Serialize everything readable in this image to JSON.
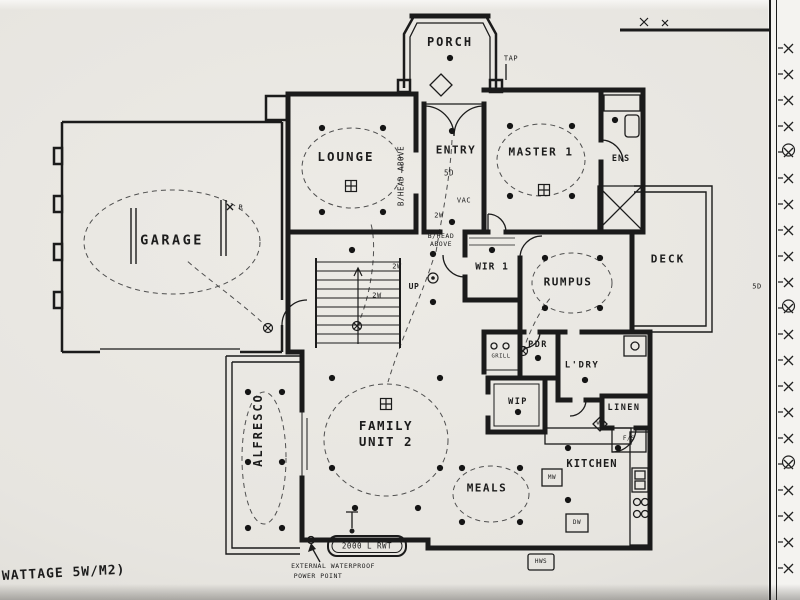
{
  "labels": {
    "porch": "PORCH",
    "tap": "TAP",
    "lounge": "LOUNGE",
    "bhead_vertical": "B/HEAD ABOVE",
    "entry": "ENTRY",
    "five_d_entry": "5D",
    "vac": "VAC",
    "two_w_entry": "2W",
    "master": "MASTER 1",
    "ens": "ENS",
    "garage": "GARAGE",
    "remote_r": "R",
    "bhead_line1": "B/HEAD",
    "bhead_line2": "ABOVE",
    "wir": "WIR 1",
    "rumpus": "RUMPUS",
    "deck": "DECK",
    "up": "UP",
    "two_w_hall_a": "2W",
    "two_w_hall_b": "2W",
    "pdr": "PDR",
    "ldry": "L'DRY",
    "grill": "GRILL",
    "wip": "WIP",
    "linen": "LINEN",
    "fridge_space": "F/S",
    "washing_machine": "WM",
    "alfresco": "ALFRESCO",
    "family_line1": "FAMILY",
    "family_line2": "UNIT 2",
    "meals": "MEALS",
    "kitchen": "KITCHEN",
    "microwave": "MW",
    "dishwasher": "DW",
    "hws": "HWS",
    "tank": "2000 L RWT",
    "external_wp_line1": "EXTERNAL WATERPROOF",
    "external_wp_line2": "POWER POINT",
    "wattage_note": "WATTAGE 5W/M2)",
    "five_d_margin": "5D"
  },
  "colors": {
    "ink": "#1b1b1b",
    "paper": "#e8e6e1",
    "pencil_dash": "#4f4f4f"
  },
  "symbol_key": {
    "filled_dot": "downlight",
    "square_with_cross": "fan-light-fitting",
    "circle_with_x": "switch",
    "ring_with_dot": "smoke-detector",
    "diamond": "ceiling-feature"
  }
}
